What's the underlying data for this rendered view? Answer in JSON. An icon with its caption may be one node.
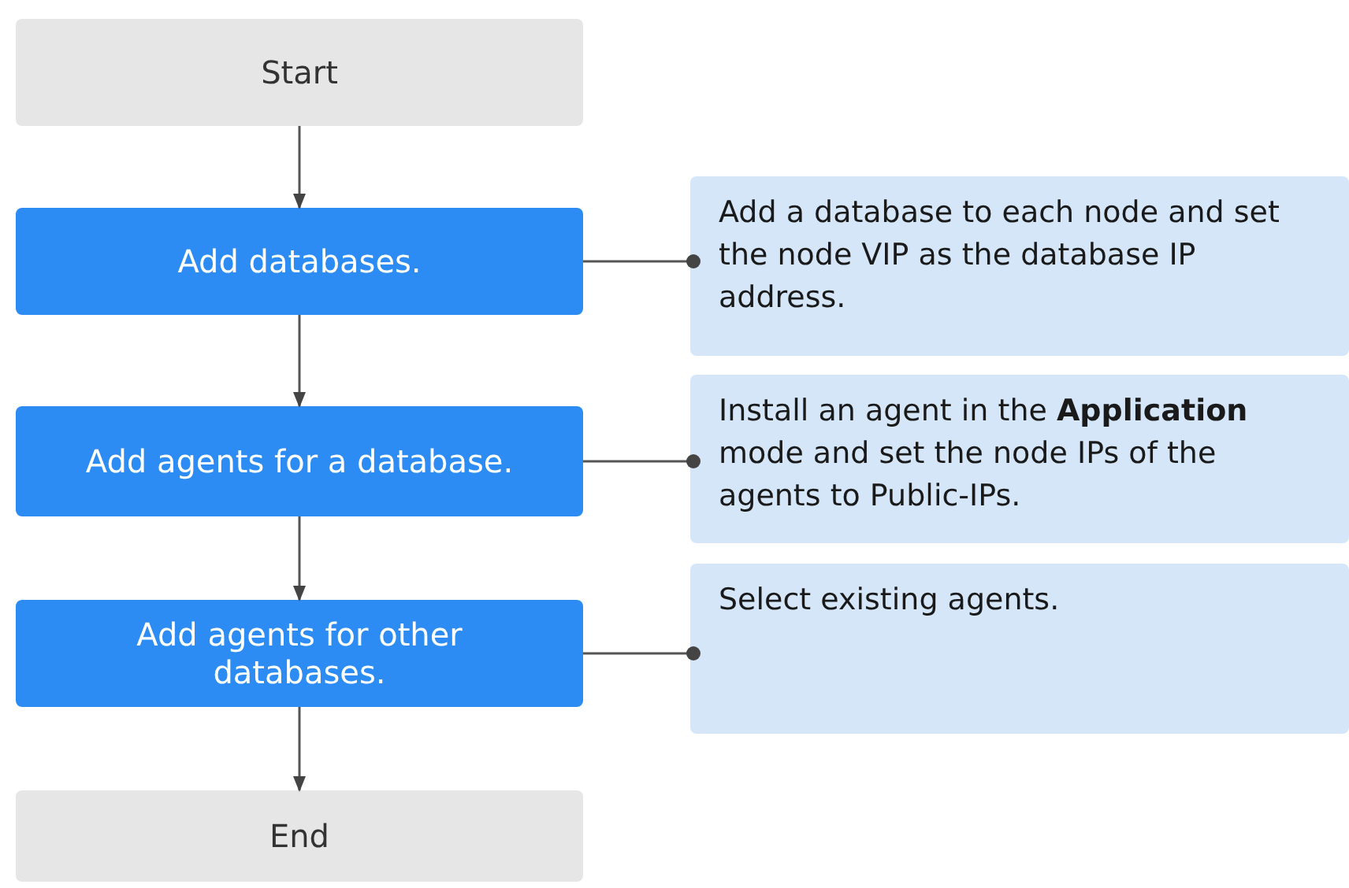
{
  "diagram": {
    "nodes": [
      {
        "text": [
          "Start"
        ]
      },
      {
        "text": [
          "Add databases."
        ]
      },
      {
        "text": [
          "Add a database to each node and set the node VIP as the database IP address."
        ]
      },
      {
        "text": [
          "Add agents for a database."
        ]
      },
      {
        "text": [
          "Install an agent in the **Application** mode and set the node IPs of the agents to Public-IPs."
        ]
      },
      {
        "text": [
          "Add agents for other databases."
        ]
      },
      {
        "text": [
          "Select existing agents."
        ]
      },
      {
        "text": [
          "End"
        ]
      }
    ],
    "edges": [
      {
        "from": 0,
        "to": 1,
        "arrow": "to"
      },
      {
        "from": 1,
        "to": 3,
        "arrow": "to"
      },
      {
        "from": 3,
        "to": 5,
        "arrow": "to"
      },
      {
        "from": 5,
        "to": 7,
        "arrow": "to"
      },
      {
        "from": 1,
        "to": 2,
        "arrow": "other"
      },
      {
        "from": 3,
        "to": 4,
        "arrow": "other"
      },
      {
        "from": 5,
        "to": 6,
        "arrow": "other"
      }
    ]
  }
}
